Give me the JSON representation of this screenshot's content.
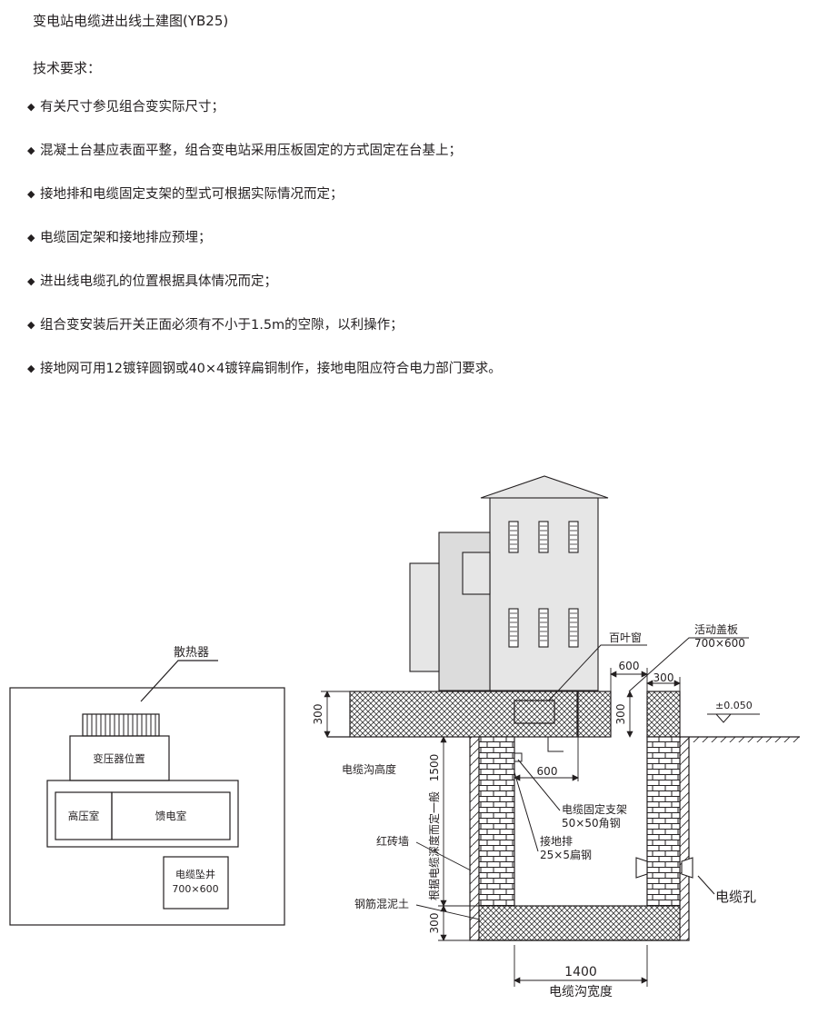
{
  "page": {
    "title": "变电站电缆进出线土建图(YB25)",
    "requirements_heading": "技术要求：",
    "bullet_symbol": "◆",
    "requirements": [
      "有关尺寸参见组合变实际尺寸；",
      "混凝土台基应表面平整，组合变电站采用压板固定的方式固定在台基上；",
      "接地排和电缆固定支架的型式可根据实际情况而定；",
      "电缆固定架和接地排应预埋；",
      "进出线电缆孔的位置根据具体情况而定；",
      "组合变安装后开关正面必须有不小于1.5m的空隙，以利操作；",
      "接地网可用12镀锌圆钢或40×4镀锌扁铜制作，接地电阻应符合电力部门要求。"
    ]
  },
  "plan_view": {
    "radiator_label": "散热器",
    "transformer_label": "变压器位置",
    "hv_room_label": "高压室",
    "feeder_room_label": "馈电室",
    "cable_pit_label": "电缆坠井",
    "cable_pit_size": "700×600"
  },
  "section_view": {
    "louver_label": "百叶窗",
    "cover_label": "活动盖板",
    "cover_size": "700×600",
    "level_mark": "±0.050",
    "dim_600_top": "600",
    "dim_300_top": "300",
    "dim_300_slab": "300",
    "dim_300_right": "300",
    "dim_600_bracket": "600",
    "dim_1500": "1500",
    "dim_300_bottom": "300",
    "dim_1400": "1400",
    "trench_height_label": "电缆沟高度",
    "depth_note": "根据电缆深度而定一般",
    "bracket_label": "电缆固定支架",
    "bracket_spec": "50×50角钢",
    "ground_bar_label": "接地排",
    "ground_bar_spec": "25×5扁钢",
    "brick_wall_label": "红砖墙",
    "concrete_label": "钢筋混泥土",
    "cable_hole_label": "电缆孔",
    "trench_width_label": "电缆沟宽度"
  },
  "colors": {
    "line": "#231f20",
    "cabinet_fill": "#e6e6e6",
    "cabinet_fill_dark": "#dcdcdc"
  }
}
